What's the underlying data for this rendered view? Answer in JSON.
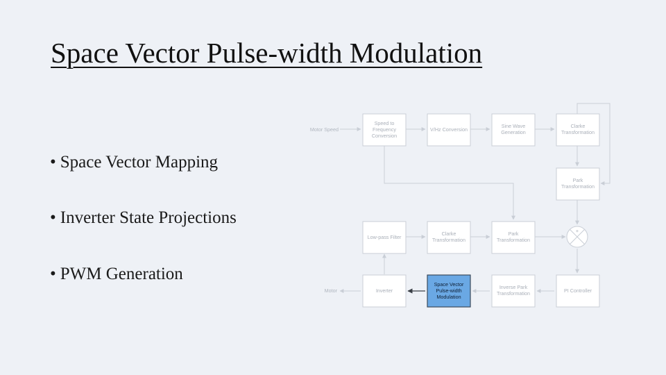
{
  "slide": {
    "title": "Space Vector Pulse-width Modulation",
    "bullets": [
      "Space Vector Mapping",
      "Inverter State Projections",
      "PWM Generation"
    ],
    "bullet_glyph": "•"
  },
  "diagram": {
    "inputs": {
      "motor_speed": "Motor Speed",
      "motor": "Motor"
    },
    "blocks": {
      "speed_to_frequency": [
        "Speed to",
        "Frequency",
        "Conversion"
      ],
      "vf_conversion": [
        "V/Hz Conversion"
      ],
      "sine_wave_generation": [
        "Sine Wave",
        "Generation"
      ],
      "clarke_top": [
        "Clarke",
        "Transformation"
      ],
      "park_top": [
        "Park",
        "Transformation"
      ],
      "low_pass_filter": [
        "Low-pass Filter"
      ],
      "clarke_mid": [
        "Clarke",
        "Transformation"
      ],
      "park_mid": [
        "Park",
        "Transformation"
      ],
      "summing_sign": "+",
      "inverter": [
        "Inverter"
      ],
      "svpwm": [
        "Space Vector",
        "Pulse-width",
        "Modulation"
      ],
      "inverse_park": [
        "Inverse Park",
        "Transformation"
      ],
      "pi_controller": [
        "PI Controller"
      ]
    },
    "colors": {
      "highlight_fill": "#6aa8e4",
      "block_border": "#c9ced6",
      "background": "#eef1f6"
    }
  }
}
